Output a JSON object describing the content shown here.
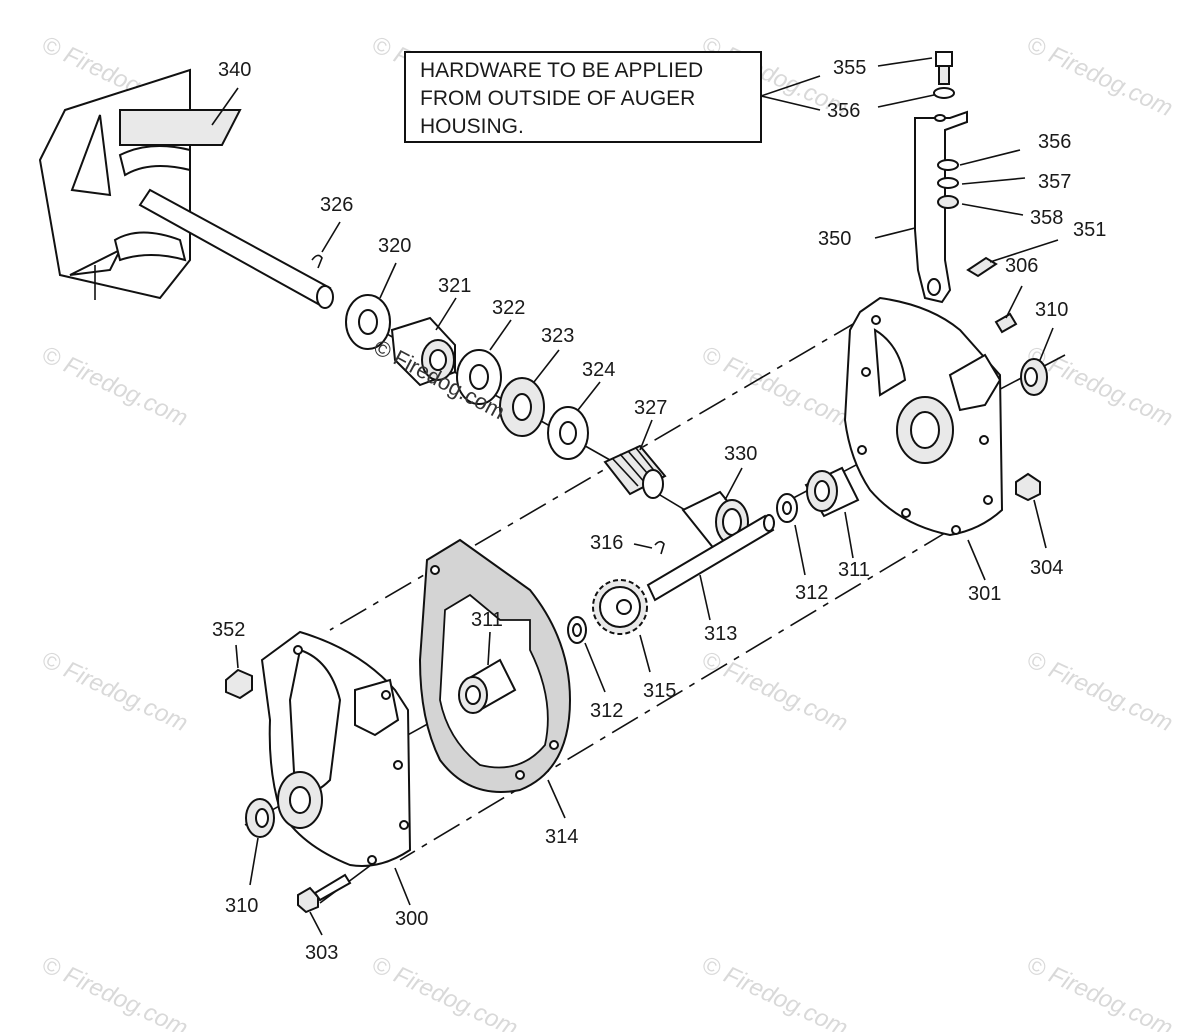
{
  "note": {
    "lines": [
      "HARDWARE TO BE APPLIED",
      "FROM OUTSIDE OF AUGER",
      "HOUSING."
    ]
  },
  "watermark": {
    "center": "© Firedog.com",
    "tile": "© Firedog.com"
  },
  "parts": {
    "p340": "340",
    "p326": "326",
    "p320": "320",
    "p321": "321",
    "p322": "322",
    "p323": "323",
    "p324": "324",
    "p327": "327",
    "p330": "330",
    "p316": "316",
    "p311a": "311",
    "p311b": "311",
    "p312a": "312",
    "p312b": "312",
    "p313": "313",
    "p315": "315",
    "p314": "314",
    "p352": "352",
    "p310a": "310",
    "p310b": "310",
    "p300": "300",
    "p303": "303",
    "p301": "301",
    "p304": "304",
    "p306": "306",
    "p350": "350",
    "p351": "351",
    "p355": "355",
    "p356a": "356",
    "p356b": "356",
    "p357": "357",
    "p358": "358"
  }
}
